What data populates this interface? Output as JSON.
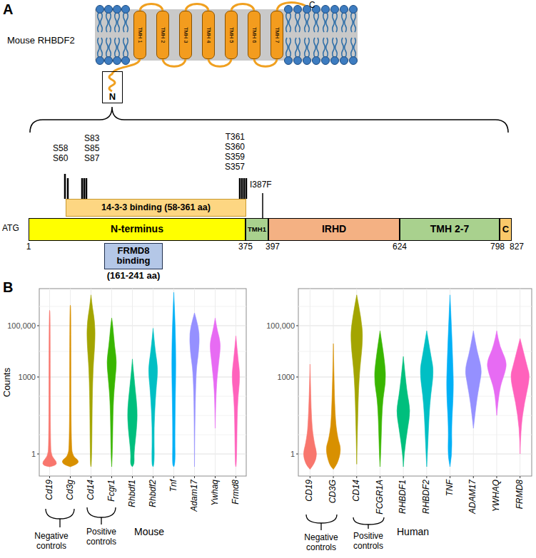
{
  "diagram": {
    "nodes": [
      {
        "text": [
          "TMH 1"
        ]
      },
      {
        "text": [
          "TMH 2"
        ]
      },
      {
        "text": [
          "TMH 3"
        ]
      },
      {
        "text": [
          "TMH 4"
        ]
      },
      {
        "text": [
          "TMH 5"
        ]
      },
      {
        "text": [
          "TMH 6"
        ]
      },
      {
        "text": [
          "TMH 7"
        ]
      },
      {
        "text": [
          "N"
        ]
      },
      {
        "text": [
          "14-3-3 binding (58-361 aa)"
        ]
      },
      {
        "text": [
          "N-terminus"
        ]
      },
      {
        "text": [
          "TMH1"
        ]
      },
      {
        "text": [
          "IRHD"
        ]
      },
      {
        "text": [
          "TMH 2-7"
        ]
      },
      {
        "text": [
          "C"
        ]
      },
      {
        "text": [
          "FRMD8 binding",
          "(161-241 aa)"
        ]
      }
    ],
    "labels": [
      "A",
      "Mouse RHBDF2",
      "C",
      "S83",
      "S58",
      "S85",
      "S60",
      "S87",
      "T361",
      "S360",
      "S359",
      "S357",
      "I387F",
      "ATG",
      "1",
      "375",
      "397",
      "624",
      "798",
      "827",
      "B",
      "Counts",
      "100,000",
      "1000",
      "1",
      "100,000",
      "1000",
      "1",
      "Cd19",
      "Cd3g",
      "Cd14",
      "Fcgr1",
      "Rhbdf1",
      "Rhbdf2",
      "Tnf",
      "Adam17",
      "Ywhaq",
      "Frmd8",
      "Negative controls",
      "Positive controls",
      "Mouse",
      "CD19",
      "CD3G",
      "CD14",
      "FCGR1A",
      "RHBDF1",
      "RHBDF2",
      "TNF",
      "ADAM17",
      "YWHAQ",
      "FRMD8",
      "Negative controls",
      "Positive controls",
      "Human"
    ]
  }
}
